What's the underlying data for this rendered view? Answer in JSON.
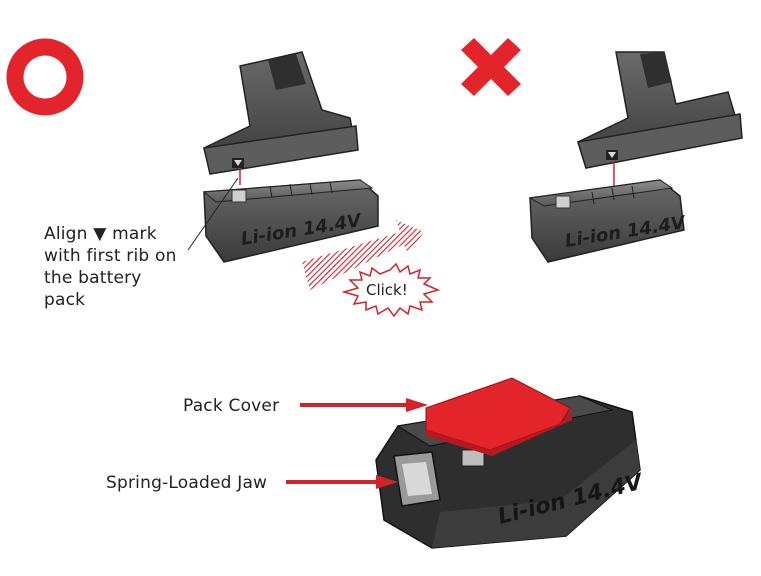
{
  "correct_mark": {
    "color": "#e3242b",
    "icon": "circle-check-icon"
  },
  "wrong_mark": {
    "color": "#e3242b",
    "icon": "cross-x-icon"
  },
  "labels": {
    "align": [
      "Align ▼ mark",
      "with first rib on",
      "the battery",
      "pack"
    ],
    "click": "Click!",
    "pack_cover": "Pack Cover",
    "spring_jaw": "Spring-Loaded Jaw"
  },
  "battery": {
    "brand_text": "Li-ion 14.4V"
  },
  "colors": {
    "accent": "#d4212a",
    "body": "#4a4a4a",
    "dark": "#2a2a2a"
  }
}
